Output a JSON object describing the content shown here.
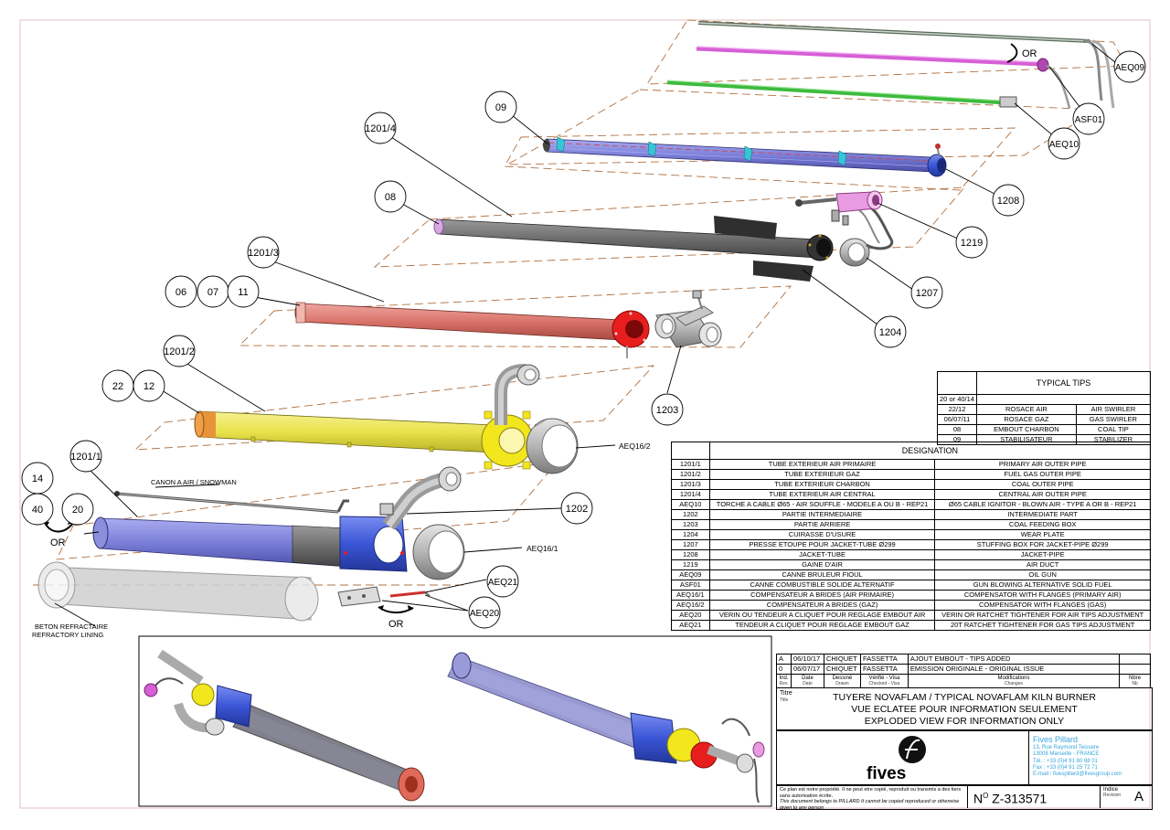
{
  "bubbles": {
    "aeq09": "AEQ09",
    "asf01": "ASF01",
    "aeq10": "AEQ10",
    "b09": "09",
    "b1201_4": "1201/4",
    "b1208": "1208",
    "b08": "08",
    "b1219": "1219",
    "b1201_3": "1201/3",
    "b1207": "1207",
    "b06": "06",
    "b07": "07",
    "b11": "11",
    "b1204": "1204",
    "b1201_2": "1201/2",
    "b22": "22",
    "b12": "12",
    "b1203": "1203",
    "b1201_1": "1201/1",
    "b14": "14",
    "b40": "40",
    "b20": "20",
    "b1202": "1202",
    "aeq21": "AEQ21",
    "aeq20": "AEQ20"
  },
  "labels": {
    "or_top": "OR",
    "or_left": "OR",
    "or_bottom": "OR",
    "aeq16_2": "AEQ16/2",
    "aeq16_1": "AEQ16/1",
    "canon": "CANON A AIR / SNOWMAN",
    "beton_fr": "BETON REFRACTAIRE",
    "beton_en": "REFRACTORY LINING"
  },
  "tips": {
    "title": "TYPICAL TIPS",
    "header_code": "20 or 40/14",
    "rows": [
      {
        "code": "22/12",
        "fr": "ROSACE AIR",
        "en": "AIR SWIRLER"
      },
      {
        "code": "06/07/11",
        "fr": "ROSACE GAZ",
        "en": "GAS SWIRLER"
      },
      {
        "code": "08",
        "fr": "EMBOUT CHARBON",
        "en": "COAL TIP"
      },
      {
        "code": "09",
        "fr": "STABILISATEUR",
        "en": "STABILIZER"
      }
    ]
  },
  "designation": {
    "title": "DESIGNATION",
    "rows": [
      {
        "code": "1201/1",
        "fr": "TUBE EXTERIEUR AIR PRIMAIRE",
        "en": "PRIMARY AIR OUTER PIPE"
      },
      {
        "code": "1201/2",
        "fr": "TUBE EXTERIEUR GAZ",
        "en": "FUEL GAS OUTER PIPE"
      },
      {
        "code": "1201/3",
        "fr": "TUBE EXTERIEUR CHARBON",
        "en": "COAL OUTER PIPE"
      },
      {
        "code": "1201/4",
        "fr": "TUBE EXTERIEUR AIR CENTRAL",
        "en": "CENTRAL AIR OUTER PIPE"
      },
      {
        "code": "AEQ10",
        "fr": "TORCHE A CABLE Ø65 - AIR SOUFFLE - MODELE A OU B - REP21",
        "en": "Ø65 CABLE IGNITOR - BLOWN AIR - TYPE A OR B - REP21"
      },
      {
        "code": "1202",
        "fr": "PARTIE INTERMEDIAIRE",
        "en": "INTERMEDIATE PART"
      },
      {
        "code": "1203",
        "fr": "PARTIE ARRIERE",
        "en": "COAL FEEDING BOX"
      },
      {
        "code": "1204",
        "fr": "CUIRASSE D'USURE",
        "en": "WEAR PLATE"
      },
      {
        "code": "1207",
        "fr": "PRESSE ETOUPE POUR JACKET-TUBE Ø299",
        "en": "STUFFING BOX FOR JACKET-PIPE Ø299"
      },
      {
        "code": "1208",
        "fr": "JACKET-TUBE",
        "en": "JACKET-PIPE"
      },
      {
        "code": "1219",
        "fr": "GAINE D'AIR",
        "en": "AIR DUCT"
      },
      {
        "code": "AEQ09",
        "fr": "CANNE BRULEUR FIOUL",
        "en": "OIL GUN"
      },
      {
        "code": "ASF01",
        "fr": "CANNE COMBUSTIBLE SOLIDE ALTERNATIF",
        "en": "GUN  BLOWING ALTERNATIVE SOLID FUEL"
      },
      {
        "code": "AEQ16/1",
        "fr": "COMPENSATEUR A BRIDES (AIR PRIMAIRE)",
        "en": "COMPENSATOR WITH FLANGES (PRIMARY AIR)"
      },
      {
        "code": "AEQ16/2",
        "fr": "COMPENSATEUR A BRIDES (GAZ)",
        "en": "COMPENSATOR WITH FLANGES (GAS)"
      },
      {
        "code": "AEQ20",
        "fr": "VERIN OU TENDEUR A CLIQUET POUR REGLAGE EMBOUT AIR",
        "en": "VERIN OR RATCHET TIGHTENER FOR AIR TIPS ADJUSTMENT"
      },
      {
        "code": "AEQ21",
        "fr": "TENDEUR A CLIQUET POUR REGLAGE EMBOUT GAZ",
        "en": "20T RATCHET TIGHTENER FOR GAS TIPS ADJUSTMENT"
      }
    ]
  },
  "revisions": {
    "rows": [
      {
        "ind": "A",
        "date": "06/10/17",
        "drawn": "CHIQUET",
        "checked": "FASSETTA",
        "mod": "AJOUT EMBOUT - TIPS ADDED"
      },
      {
        "ind": "0",
        "date": "06/07/17",
        "drawn": "CHIQUET",
        "checked": "FASSETTA",
        "mod": "EMISSION ORIGINALE - ORIGINAL ISSUE"
      }
    ],
    "headers": {
      "ind": "Ind.",
      "ind_en": "Rev.",
      "date": "Date",
      "date_en": "Date",
      "drawn": "Dessiné",
      "drawn_en": "Drawn",
      "checked": "Vérifié - Visa",
      "checked_en": "Checked - Visa",
      "mod": "Modifications",
      "mod_en": "Changes",
      "nbre": "Nbre",
      "nbre_en": "Nb"
    }
  },
  "title": {
    "label": "Titre",
    "label_en": "Title",
    "line1": "TUYERE NOVAFLAM / TYPICAL NOVAFLAM KILN BURNER",
    "line2": "VUE ECLATEE POUR INFORMATION SEULEMENT",
    "line3": "EXPLODED VIEW FOR INFORMATION ONLY"
  },
  "company": {
    "logo": "fives",
    "name": "Fives Pillard",
    "address1": "13, Rue Raymond Teissere",
    "address2": "13008 Marseille - FRANCE",
    "tel": "Tél. : +33 (0)4 91 80 98 01",
    "fax": "Fax : +33 (0)4 91 25 72 71",
    "email": "E-mail : fivespillard@fivesgroup.com"
  },
  "legal": {
    "fr": "Ce plan est notre propriété. Il ne peut etre copié, reproduit ou transmis a des tiers sans autorisation écrite.",
    "en": "This document belongs to PILLARD It cannot be copied reproduced or otherwise given to any person"
  },
  "doc": {
    "prefix": "N",
    "sup": "O",
    "number": "Z-313571",
    "index_label": "Indice",
    "index_label_en": "Revision",
    "index": "A"
  },
  "colors": {
    "pipe_purple": "#7b7fd8",
    "pipe_yellow": "#e9e24a",
    "pipe_red": "#d9736a",
    "pipe_grey": "#6e6e6e",
    "pipe_magenta": "#d65fd6",
    "pipe_green": "#3dbb3d",
    "flange_red": "#e81e1e",
    "flange_blue": "#3a55d6",
    "duct_pink": "#e89be0",
    "dash_brown": "#b07040",
    "company_cyan": "#38a5dd"
  }
}
